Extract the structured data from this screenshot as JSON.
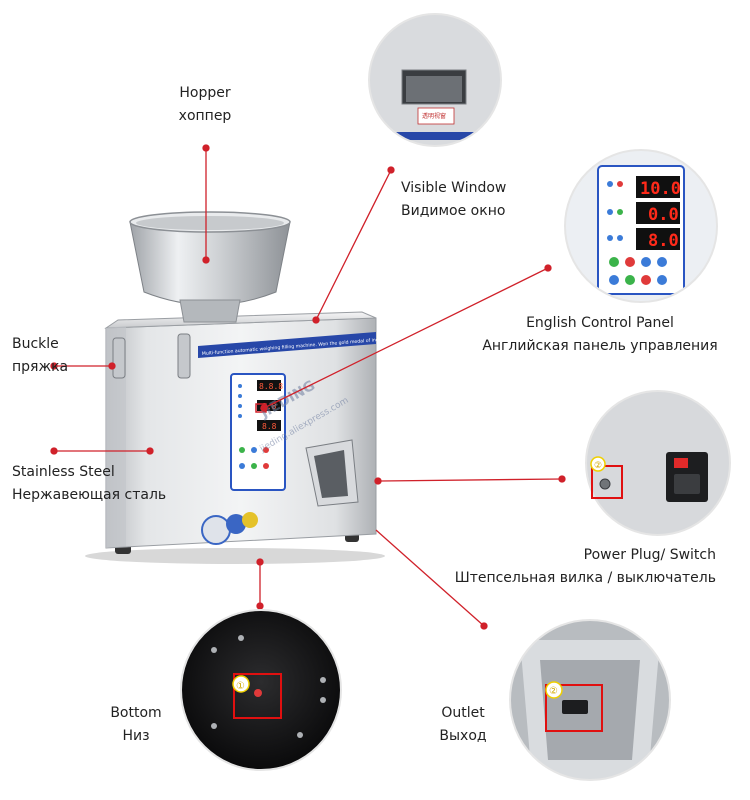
{
  "labels": {
    "hopper": {
      "en": "Hopper",
      "ru": "хоппер"
    },
    "visible_window": {
      "en": "Visible Window",
      "ru": "Видимое окно"
    },
    "control_panel": {
      "en": "English Control Panel",
      "ru": "Английская панель управления"
    },
    "buckle": {
      "en": "Buckle",
      "ru": "пряжка"
    },
    "stainless": {
      "en": "Stainless Steel",
      "ru": "Нержавеющая сталь"
    },
    "power": {
      "en": "Power Plug/ Switch",
      "ru": "Штепсельная вилка / выключатель"
    },
    "bottom": {
      "en": "Bottom",
      "ru": "Низ"
    },
    "outlet": {
      "en": "Outlet",
      "ru": "Выход"
    }
  },
  "machine": {
    "banner": "Multi-function automatic weighing filling machine.  Won the gold medal of industry quality!",
    "watermark_brand": "JIEDING",
    "watermark_url": "jieding.aliexpress.com",
    "window_plate": "透明视窗"
  },
  "control_panel": {
    "displays": [
      "10.0",
      "0.0",
      "8.0"
    ],
    "small_displays": [
      "8.8.8",
      "8.8",
      "8.8"
    ]
  },
  "markers": {
    "one": "①",
    "two": "②"
  },
  "colors": {
    "leader": "#d0212a",
    "display": "#ff2a1a",
    "highlight": "#e01010",
    "marker": "#f0d000"
  }
}
